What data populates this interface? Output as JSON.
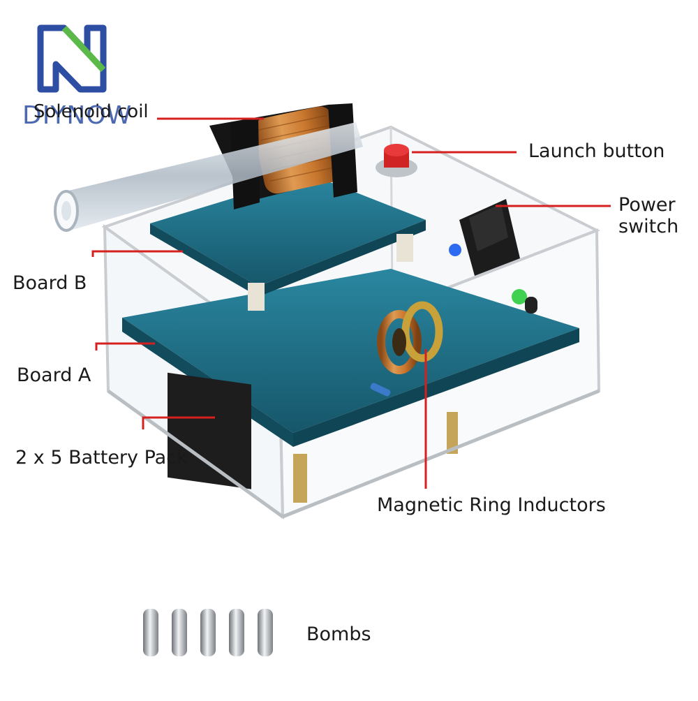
{
  "brand": {
    "logo_text": "DIYNOW"
  },
  "labels": {
    "solenoid": "Solenoid coil",
    "launch": "Launch button",
    "power_line1": "Power",
    "power_line2": "switch",
    "board_b": "Board B",
    "board_a": "Board A",
    "battery": "2 x 5 Battery Pack",
    "magnetic": "Magnetic Ring Inductors",
    "bombs": "Bombs"
  },
  "colors": {
    "callout_line": "#d62020",
    "logo_blue": "#2d4ea3",
    "logo_green": "#5bb94a",
    "pcb": "#1f6f86",
    "coil_copper": "#c9772e",
    "acrylic_edge": "#c9ccd0"
  },
  "icons": [
    "diynow-logo-icon"
  ]
}
